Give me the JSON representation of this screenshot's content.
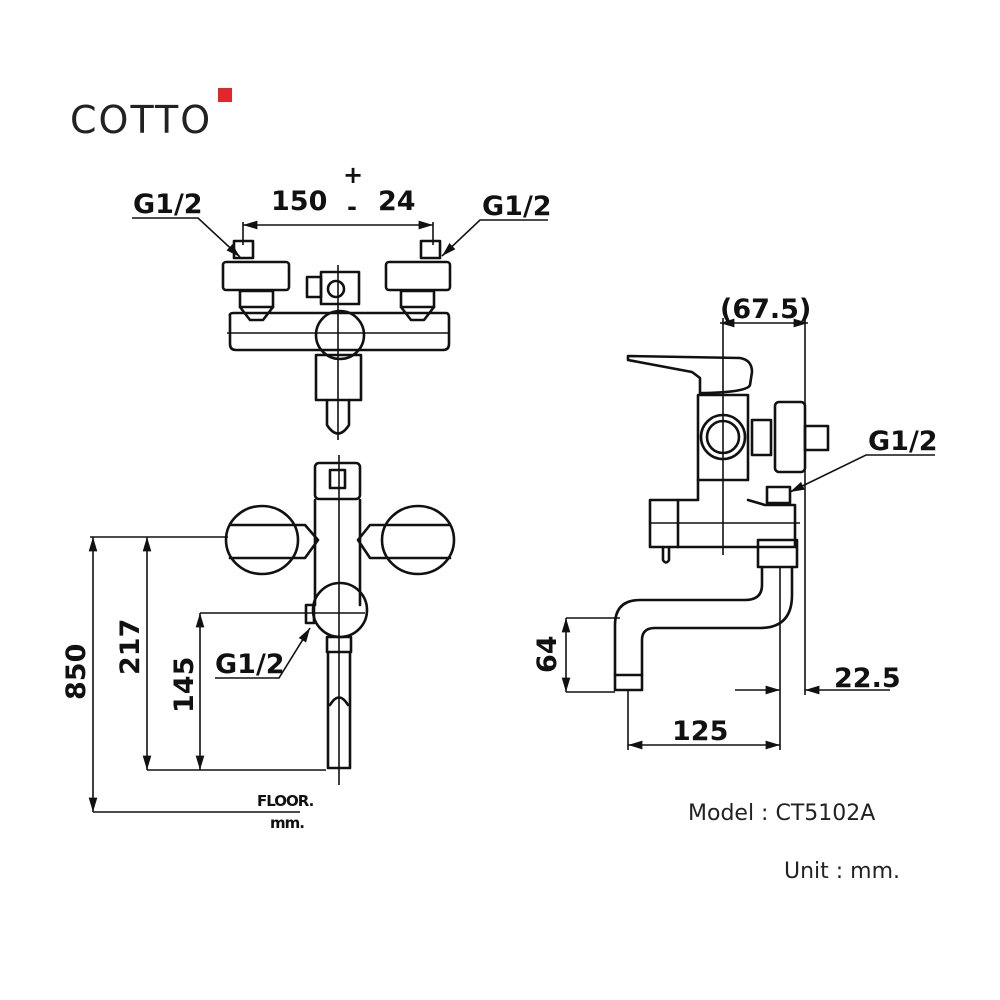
{
  "brand": {
    "name": "COTTO",
    "accent_color": "#e3262a"
  },
  "top_view": {
    "width_dimension": "150",
    "plus_minus": "±",
    "plus_sign": "+",
    "minus_sign": "-",
    "tolerance": "24",
    "inlet_left": "G1/2",
    "inlet_right": "G1/2"
  },
  "front_view": {
    "height_850": "850",
    "height_217": "217",
    "height_145": "145",
    "outlet": "G1/2",
    "floor_label": "FLOOR.",
    "floor_unit": "mm."
  },
  "side_view": {
    "depth": "(67.5)",
    "inlet": "G1/2",
    "spout_height": "64",
    "offset": "22.5",
    "spout_reach": "125"
  },
  "info": {
    "model": "Model : CT5102A",
    "unit": "Unit : mm."
  }
}
